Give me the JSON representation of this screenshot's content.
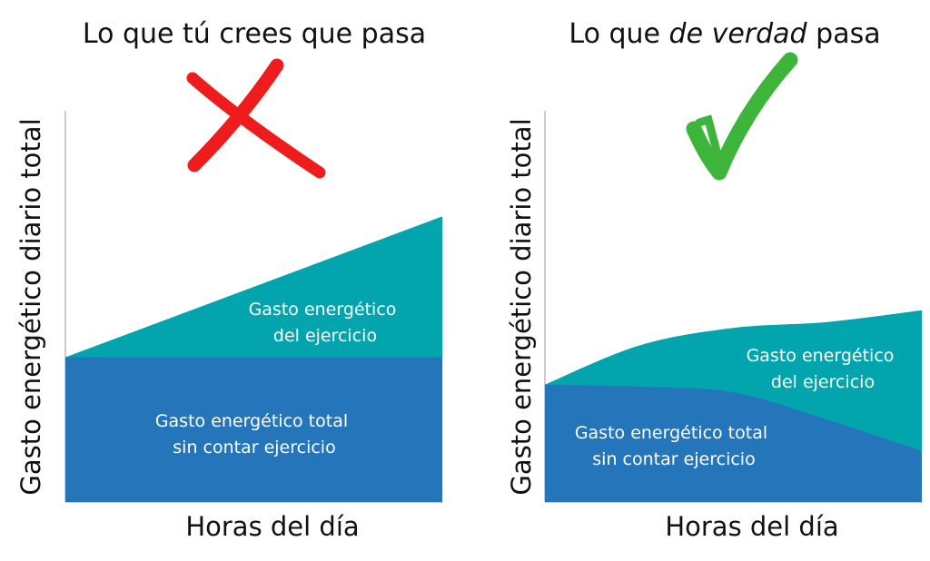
{
  "chart_data": [
    {
      "type": "area",
      "title": "Lo que tú crees que pasa",
      "xlabel": "Horas del día",
      "ylabel": "Gasto energético diario total",
      "verdict": "wrong",
      "grid": false,
      "x": [
        0,
        1
      ],
      "series": [
        {
          "values": [
            0.37,
            0.37
          ],
          "color": "#2575bb",
          "label": [
            "Gasto energético total",
            "sin contar ejercicio"
          ]
        },
        {
          "values": [
            0.37,
            0.73
          ],
          "color": "#02a5ae",
          "label": [
            "Gasto energético",
            "del ejercicio"
          ]
        }
      ],
      "ylim": [
        0,
        1
      ]
    },
    {
      "type": "area",
      "title_parts": [
        "Lo que ",
        "de verdad",
        " pasa"
      ],
      "xlabel": "Horas del día",
      "ylabel": "Gasto energético diario total",
      "verdict": "right",
      "grid": false,
      "x": [
        0,
        0.25,
        0.5,
        0.75,
        1
      ],
      "series": [
        {
          "values": [
            0.3,
            0.295,
            0.28,
            0.21,
            0.13
          ],
          "color": "#2575bb",
          "label": [
            "Gasto energético total",
            "sin contar ejercicio"
          ]
        },
        {
          "values": [
            0.3,
            0.4,
            0.445,
            0.46,
            0.49
          ],
          "color": "#02a5ae",
          "label": [
            "Gasto energético",
            "del ejercicio"
          ]
        }
      ],
      "ylim": [
        0,
        1
      ]
    }
  ],
  "icons": {
    "wrong": "red-cross-icon",
    "right": "green-check-icon"
  },
  "colors": {
    "cross": "#ee1c1c",
    "check": "#3db53b"
  }
}
